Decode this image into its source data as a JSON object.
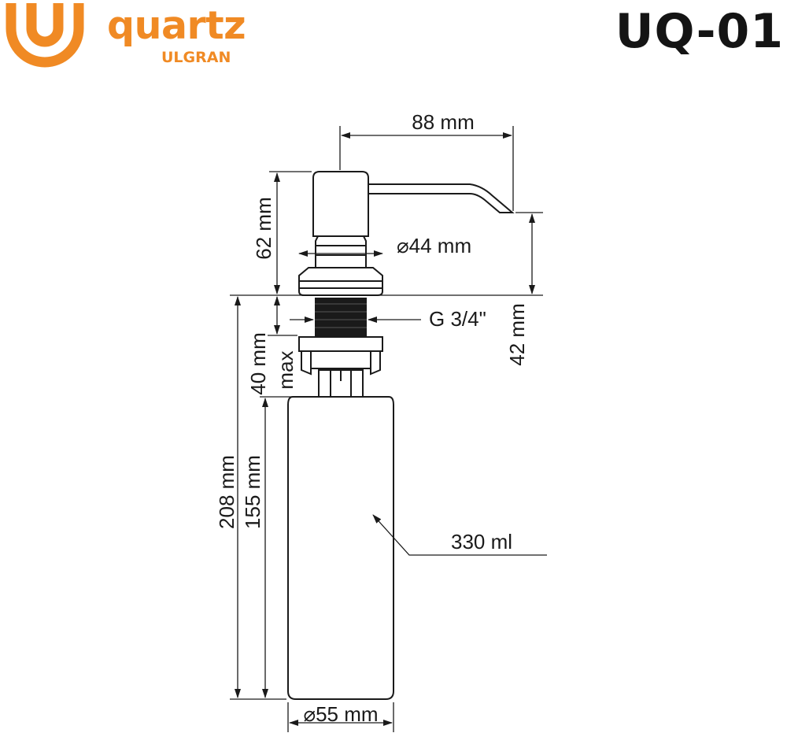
{
  "brand": {
    "name": "quartz",
    "sub": "ULGRAN",
    "color": "#f08a24"
  },
  "model": "UQ-01",
  "dimensions": {
    "spout_reach": "88 mm",
    "head_height": "62 mm",
    "flange_diameter": "⌀44 mm",
    "thread": "G 3/4\"",
    "spout_height": "42 mm",
    "mount_thickness": "40 mm",
    "mount_max": "max",
    "total_below": "208 mm",
    "bottle_height": "155 mm",
    "volume": "330 ml",
    "bottle_diameter": "⌀55 mm"
  }
}
